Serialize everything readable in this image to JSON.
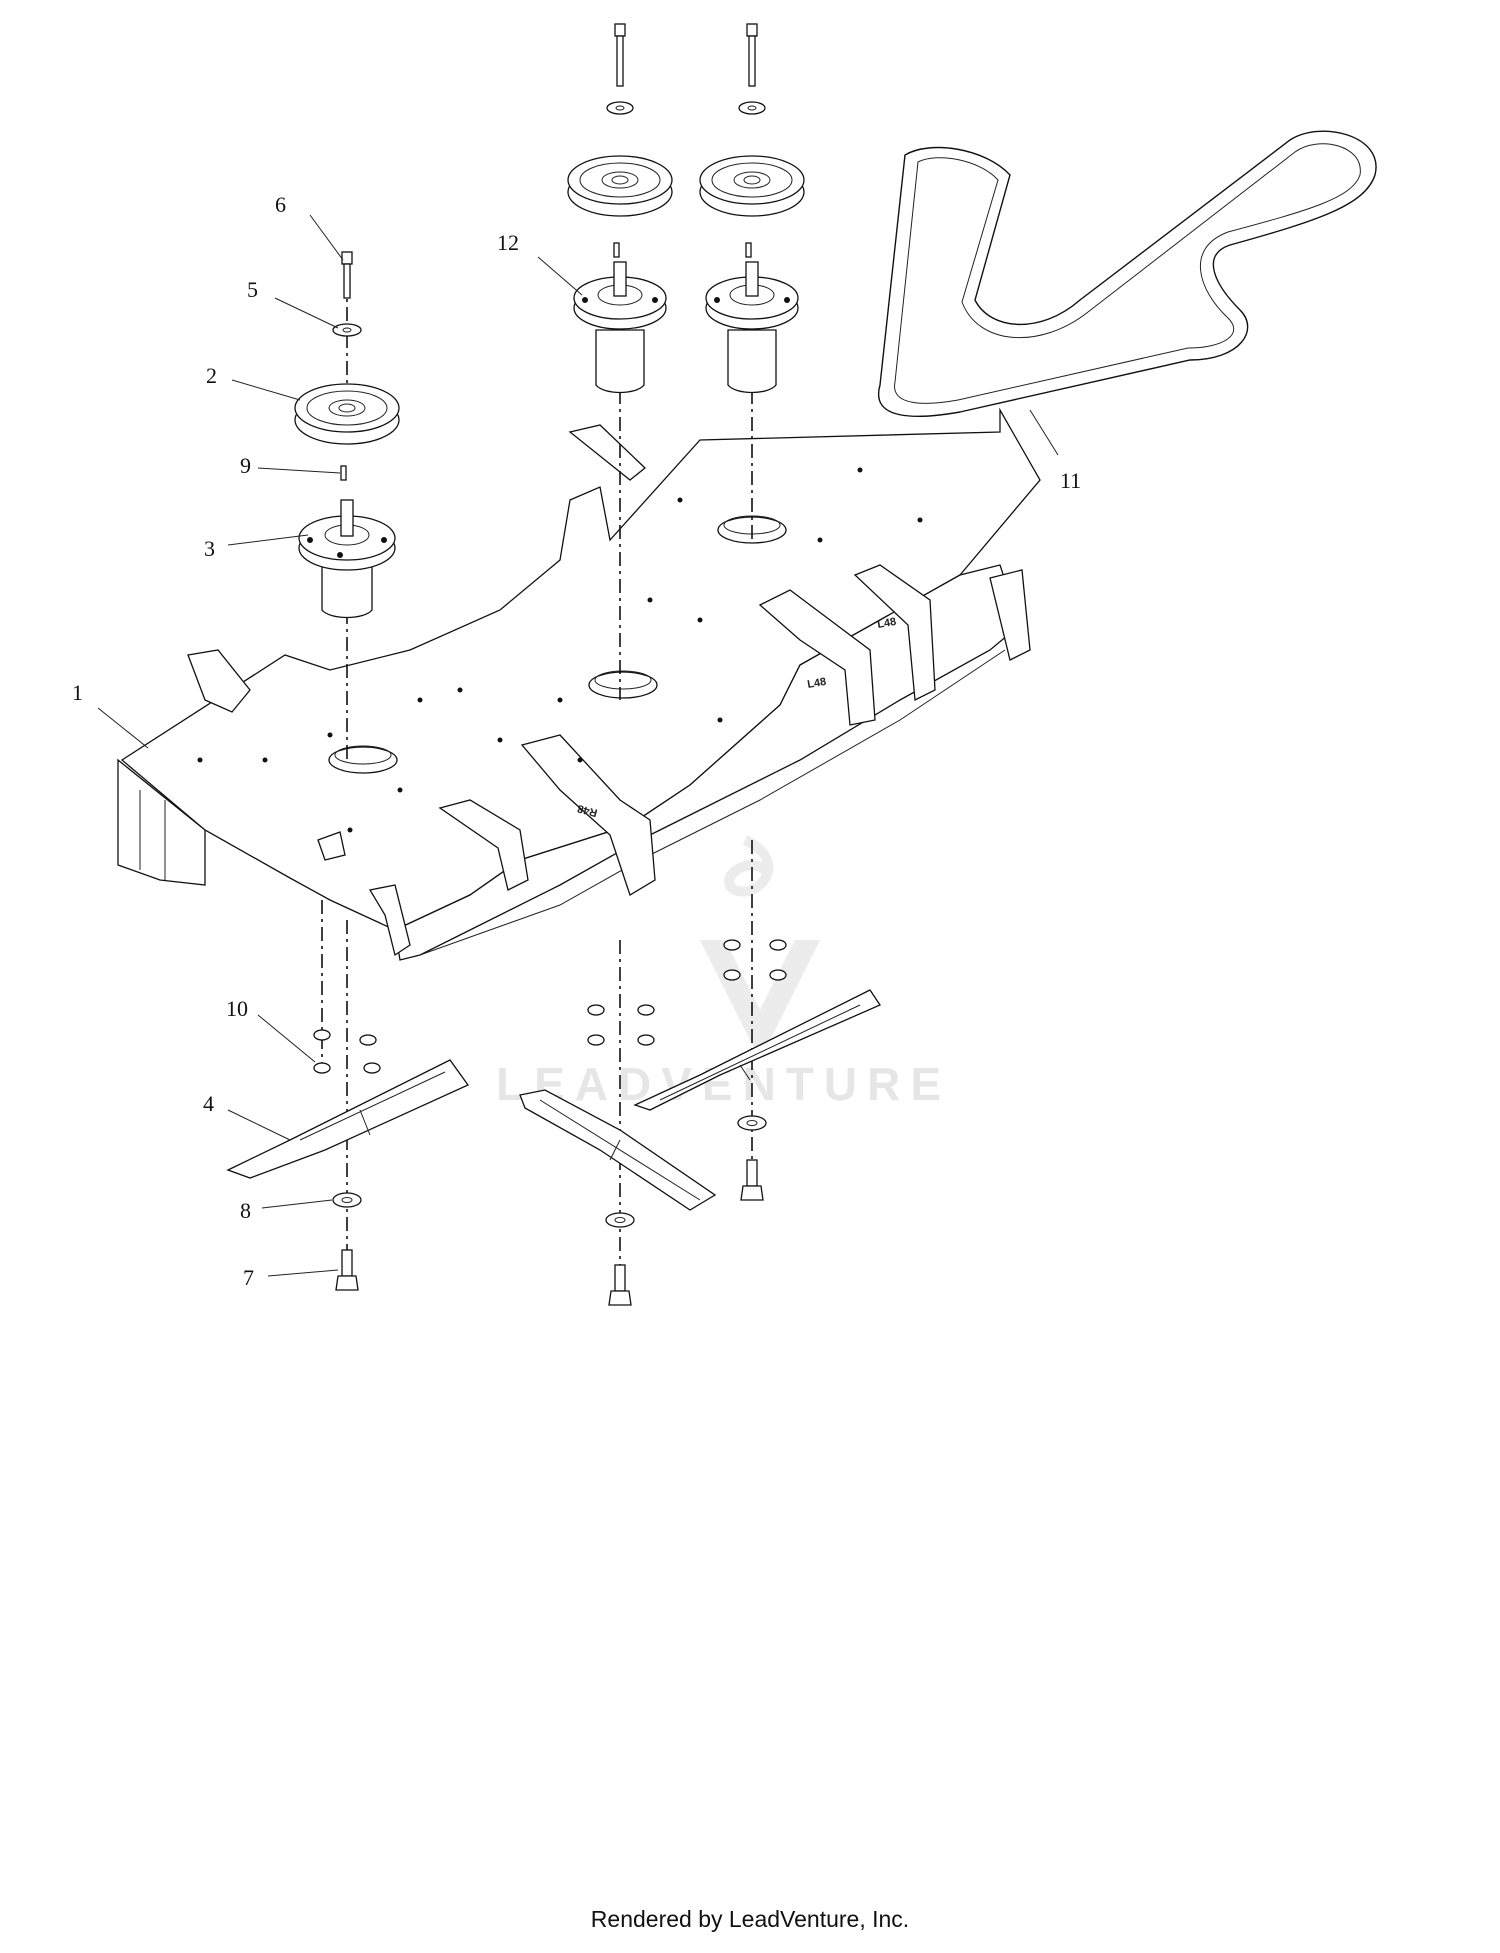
{
  "callouts": [
    {
      "id": "1",
      "label": "1"
    },
    {
      "id": "2",
      "label": "2"
    },
    {
      "id": "3",
      "label": "3"
    },
    {
      "id": "4",
      "label": "4"
    },
    {
      "id": "5",
      "label": "5"
    },
    {
      "id": "6",
      "label": "6"
    },
    {
      "id": "7",
      "label": "7"
    },
    {
      "id": "8",
      "label": "8"
    },
    {
      "id": "9",
      "label": "9"
    },
    {
      "id": "10",
      "label": "10"
    },
    {
      "id": "11",
      "label": "11"
    },
    {
      "id": "12",
      "label": "12"
    }
  ],
  "deck_marks": {
    "left": "L48",
    "left2": "L48",
    "right": "R48"
  },
  "watermark": "LEADVENTURE",
  "footer": "Rendered by LeadVenture, Inc."
}
